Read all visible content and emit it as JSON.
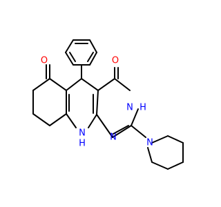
{
  "diagram": {
    "type": "chemical-structure",
    "colors": {
      "background": "#ffffff",
      "bond": "#000000",
      "oxygen": "#ff0000",
      "nitrogen": "#0000ff"
    },
    "atom_labels": {
      "ketone_oxygen": "O",
      "amide_oxygen": "O",
      "ring_nh_right": "H",
      "ring_n_right": "N",
      "ring_n_bottom": "N",
      "ring_nh_bottom_n": "N",
      "ring_nh_bottom_h": "H",
      "piperidine_n": "N"
    }
  }
}
